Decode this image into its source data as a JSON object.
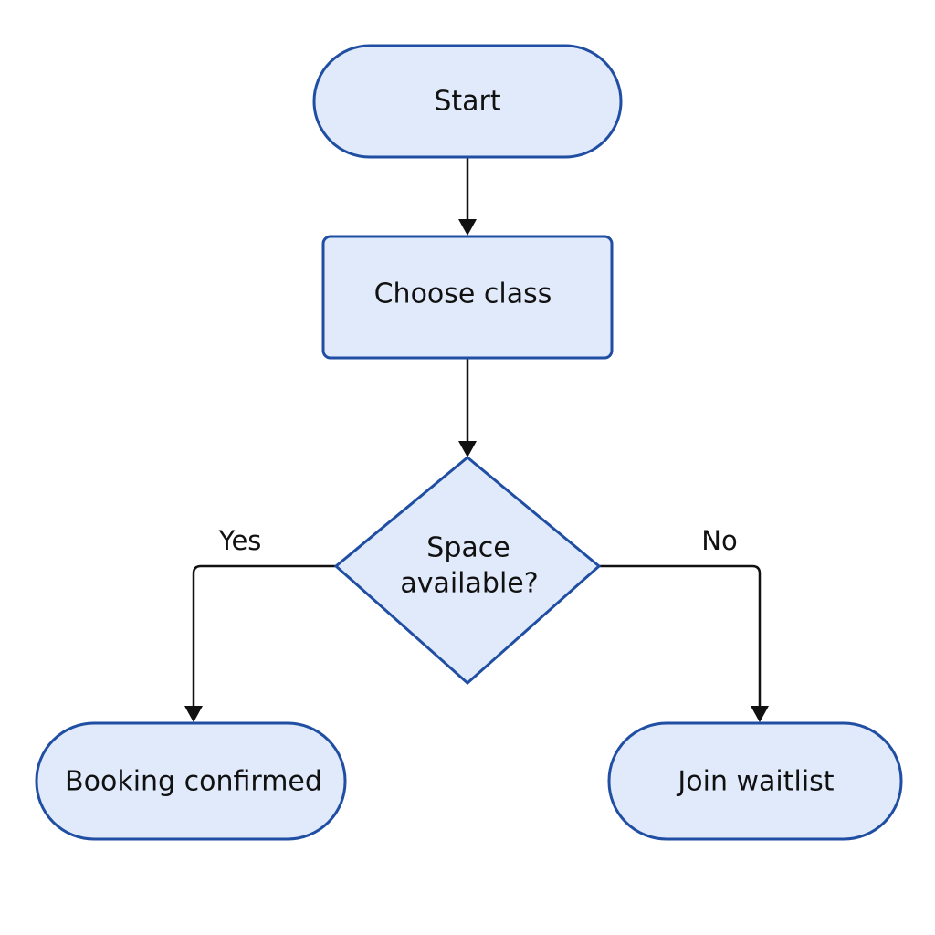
{
  "colors": {
    "node_fill": "#e0eafa",
    "node_stroke": "#1f4ea3",
    "connector": "#111111",
    "text": "#111111",
    "background": "#ffffff"
  },
  "nodes": {
    "start": {
      "label": "Start",
      "shape": "terminator"
    },
    "choose_class": {
      "label": "Choose class",
      "shape": "process"
    },
    "decision": {
      "label_line1": "Space",
      "label_line2": "available?",
      "shape": "decision"
    },
    "booking_confirmed": {
      "label": "Booking confirmed",
      "shape": "terminator"
    },
    "join_waitlist": {
      "label": "Join waitlist",
      "shape": "terminator"
    }
  },
  "edges": {
    "yes_label": "Yes",
    "no_label": "No"
  }
}
